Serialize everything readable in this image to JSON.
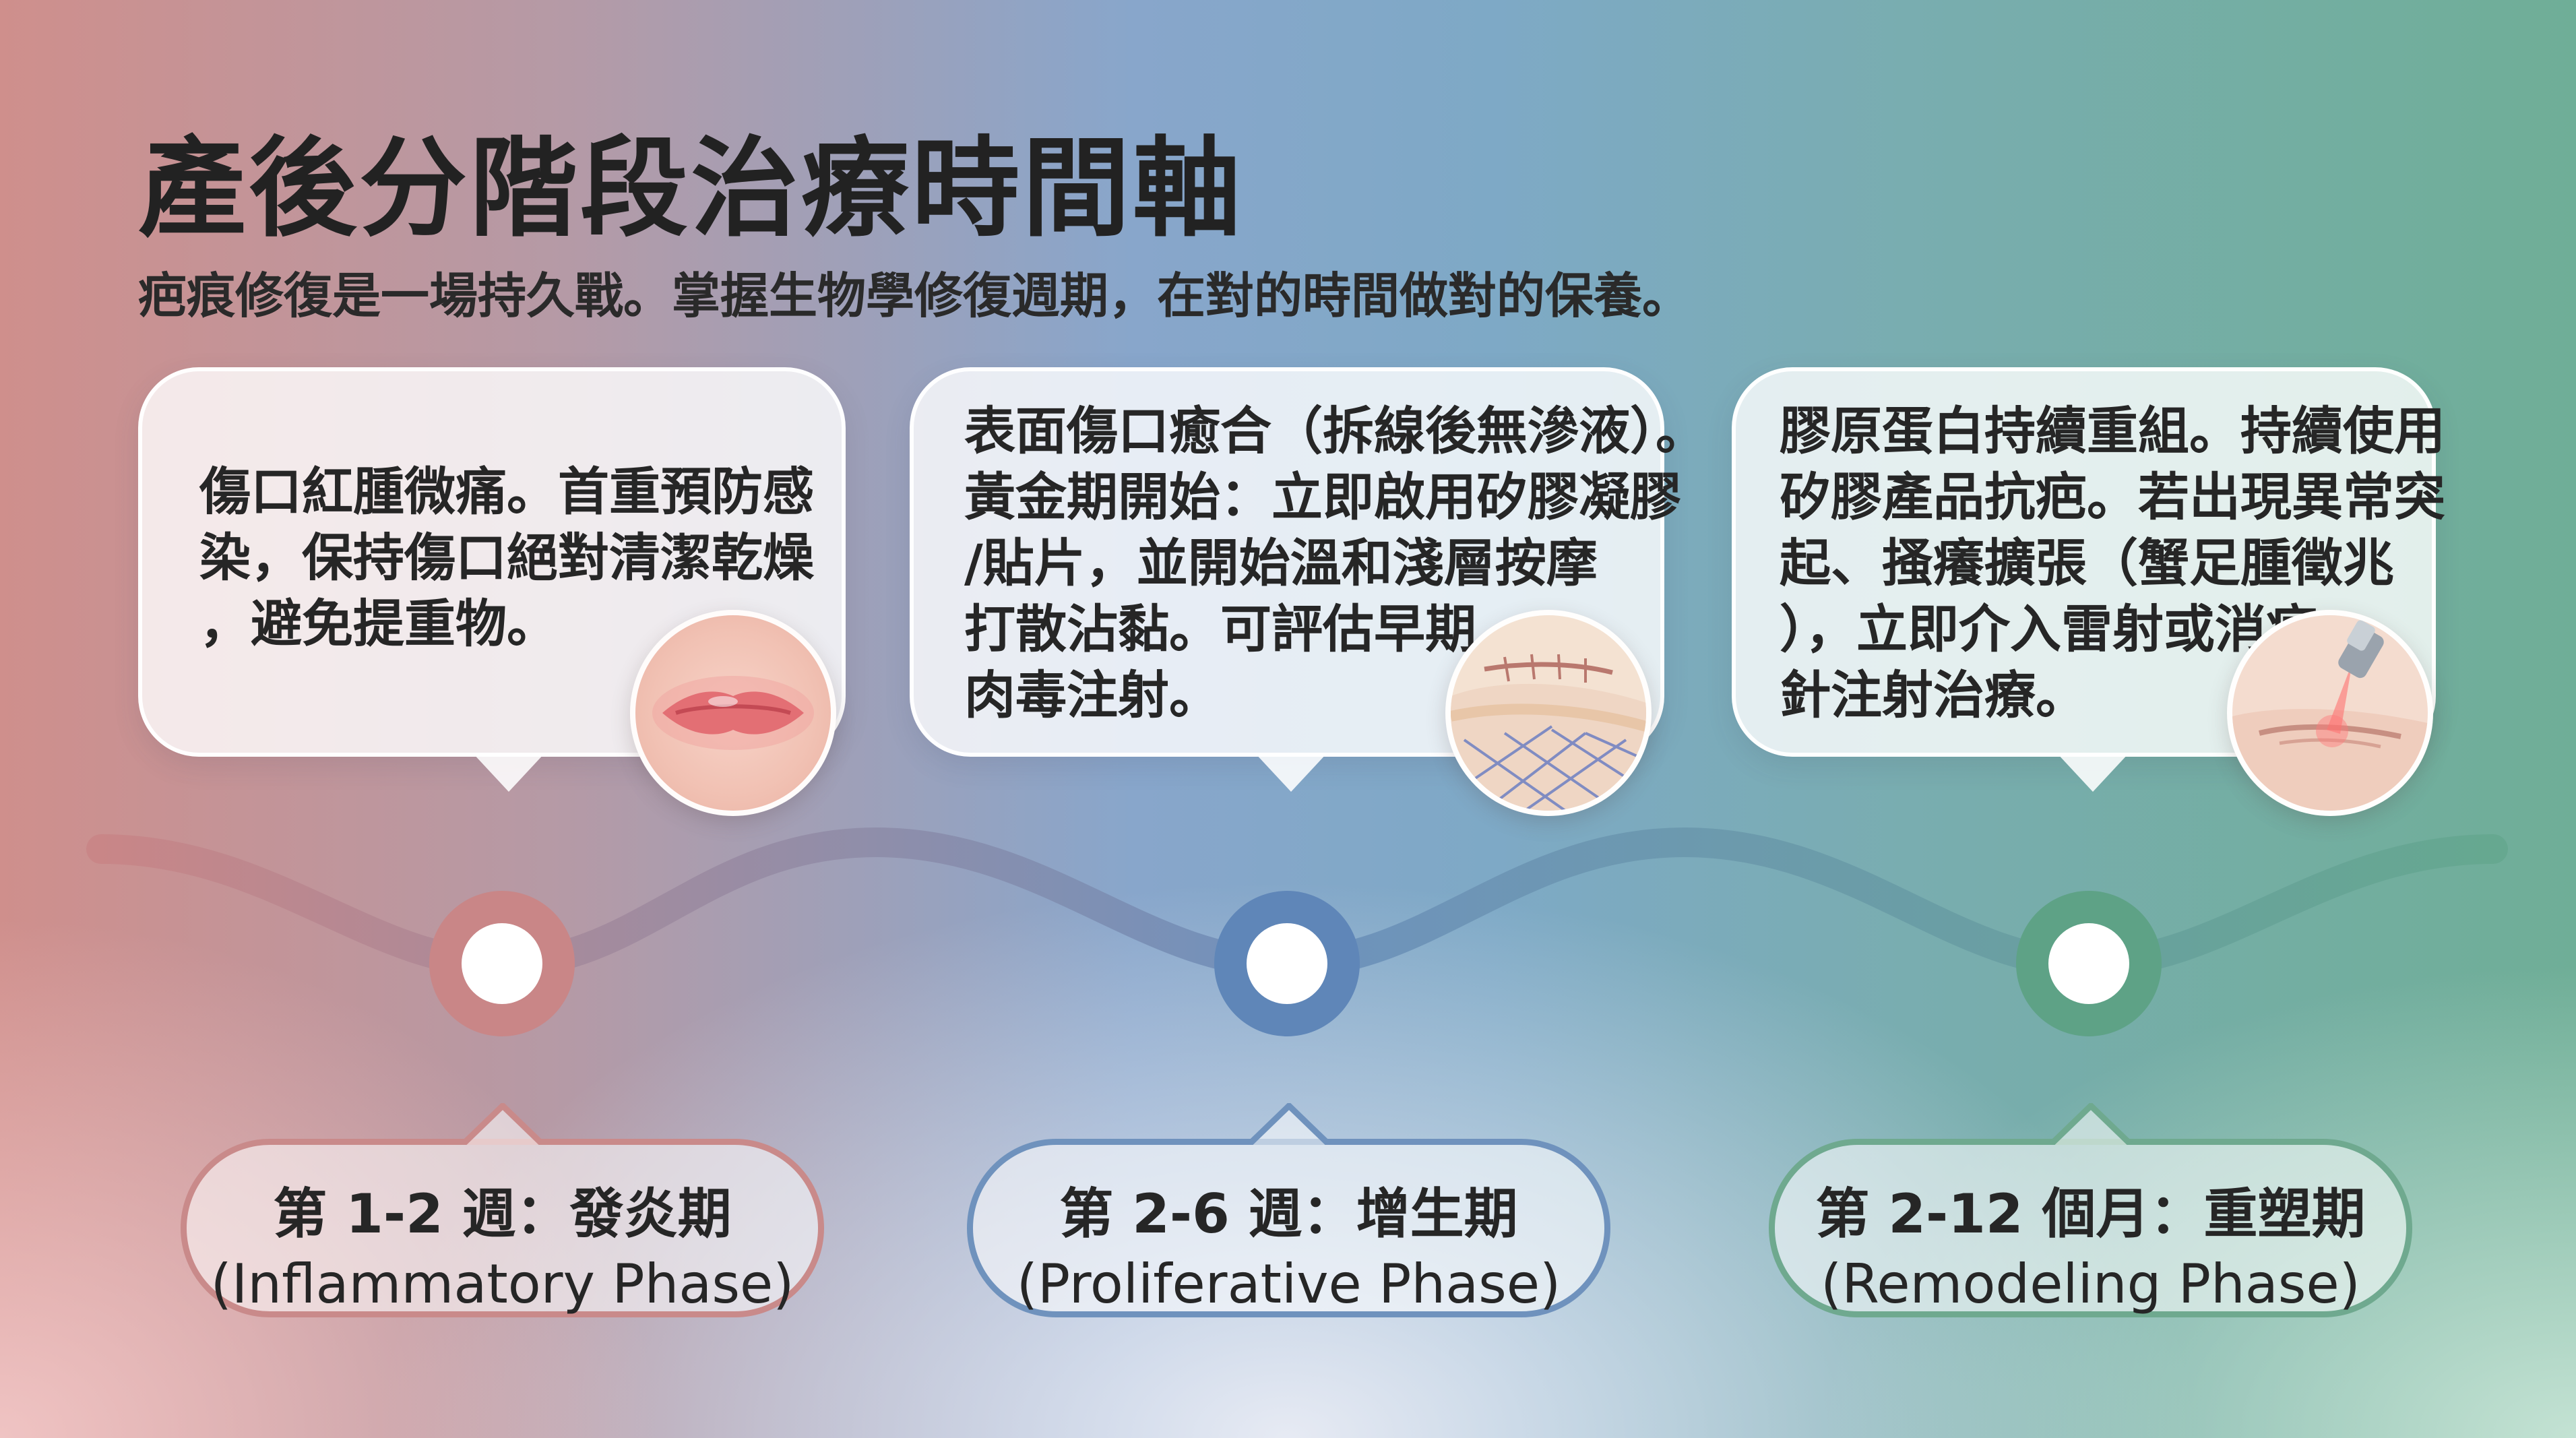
{
  "title": "產後分階段治療時間軸",
  "subtitle": "疤痕修復是一場持久戰。掌握生物學修復週期，在對的時間做對的保養。",
  "colors": {
    "inflammatory": "#c98a8a",
    "proliferative": "#6f92bd",
    "remodeling": "#6fa98f"
  },
  "stages": [
    {
      "description": "傷口紅腫微痛。首重預防感\n染，保持傷口絕對清潔乾燥\n，避免提重物。",
      "illustration": "swollen-wound-icon",
      "label_zh": "第 1-2 週：發炎期",
      "label_en": "(Inflammatory Phase)"
    },
    {
      "description": "表面傷口癒合（拆線後無滲液）。\n黃金期開始：立即啟用矽膠凝膠\n/貼片，並開始溫和淺層按摩\n打散沾黏。可評估早期\n肉毒注射。",
      "illustration": "healing-scar-mesh-icon",
      "label_zh": "第 2-6 週：增生期",
      "label_en": "(Proliferative Phase)"
    },
    {
      "description": "膠原蛋白持續重組。持續使用\n矽膠產品抗疤。若出現異常突\n起、搔癢擴張（蟹足腫徵兆\n），立即介入雷射或消疤\n針注射治療。",
      "illustration": "laser-treatment-icon",
      "label_zh": "第 2-12 個月：重塑期",
      "label_en": "(Remodeling Phase)"
    }
  ]
}
